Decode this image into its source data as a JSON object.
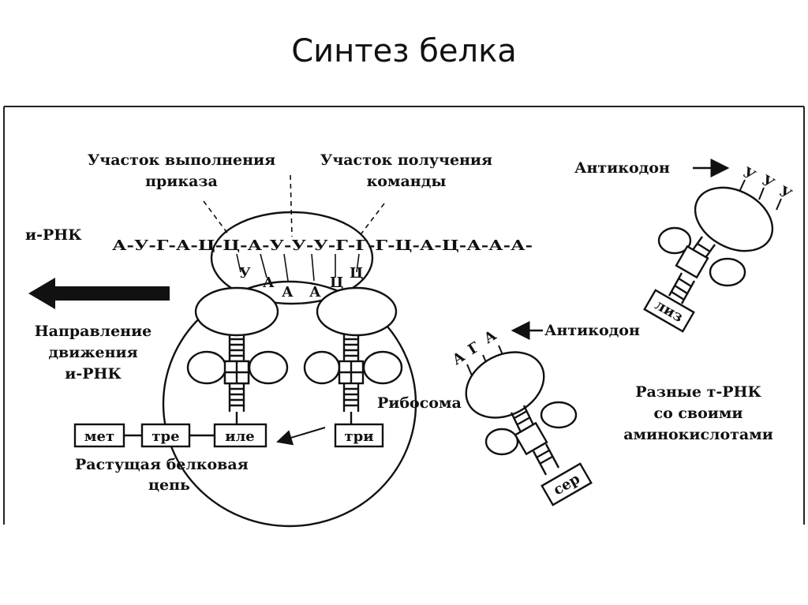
{
  "slide": {
    "title": "Синтез белка"
  },
  "labels": {
    "site_execute_1": "Участок выполнения",
    "site_execute_2": "приказа",
    "site_receive_1": "Участок получения",
    "site_receive_2": "команды",
    "mrna": "и-РНК",
    "direction_1": "Направление",
    "direction_2": "движения",
    "direction_3": "и-РНК",
    "ribosome": "Рибосома",
    "growing_chain_1": "Растущая белковая",
    "growing_chain_2": "цепь",
    "anticodon_top": "Антикодон",
    "anticodon_mid": "Антикодон",
    "trna_group_1": "Разные т-РНК",
    "trna_group_2": "со своими",
    "trna_group_3": "аминокислотами"
  },
  "mrna_sequence": "А-У-Г-А-Ц-Ц-А-У-У-У-Г-Г-Г-Ц-А-Ц-А-А-А-",
  "anticodons": {
    "left_trna": [
      "У",
      "А",
      "А"
    ],
    "right_trna": [
      "А",
      "Ц",
      "Ц"
    ],
    "lys_trna": [
      "У",
      "У",
      "У"
    ],
    "ser_trna": [
      "А",
      "Г",
      "А"
    ]
  },
  "amino_acids": {
    "met": "мет",
    "thr": "тре",
    "ile": "иле",
    "trp": "три",
    "lys": "лиз",
    "ser": "сер"
  }
}
